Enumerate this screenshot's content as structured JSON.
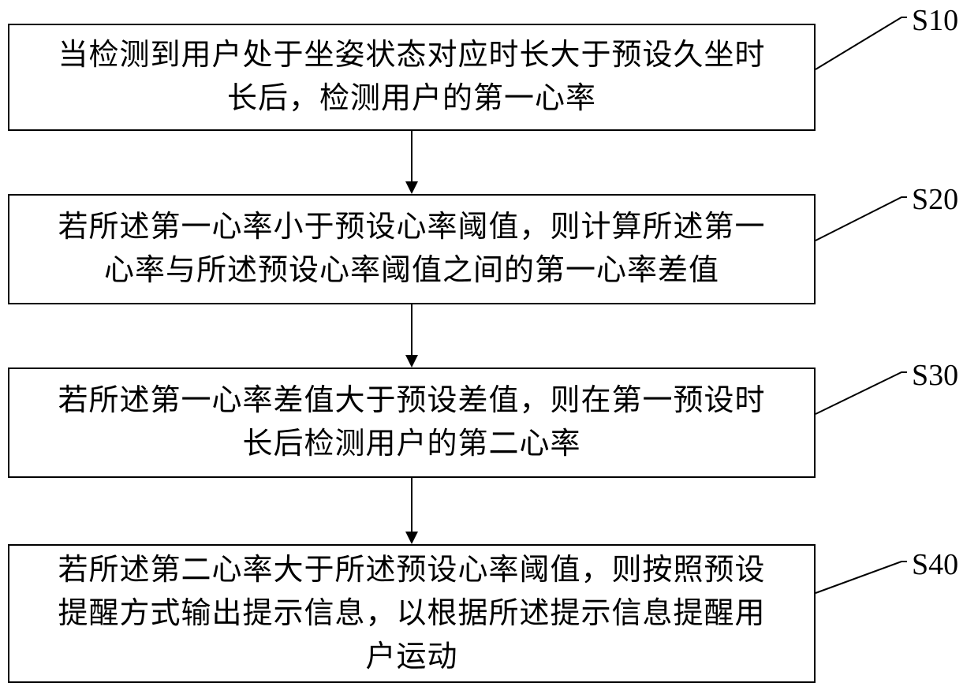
{
  "diagram": {
    "title": "",
    "colors": {
      "line": "#000000",
      "background": "#ffffff",
      "text": "#000000"
    },
    "steps": [
      {
        "id": "S10",
        "lines": [
          "当检测到用户处于坐姿状态对应时长大于预设久坐时",
          "长后，检测用户的第一心率"
        ]
      },
      {
        "id": "S20",
        "lines": [
          "若所述第一心率小于预设心率阈值，则计算所述第一",
          "心率与所述预设心率阈值之间的第一心率差值"
        ]
      },
      {
        "id": "S30",
        "lines": [
          "若所述第一心率差值大于预设差值，则在第一预设时",
          "长后检测用户的第二心率"
        ]
      },
      {
        "id": "S40",
        "lines": [
          "若所述第二心率大于所述预设心率阈值，则按照预设",
          "提醒方式输出提示信息，以根据所述提示信息提醒用",
          "户运动"
        ]
      }
    ]
  }
}
